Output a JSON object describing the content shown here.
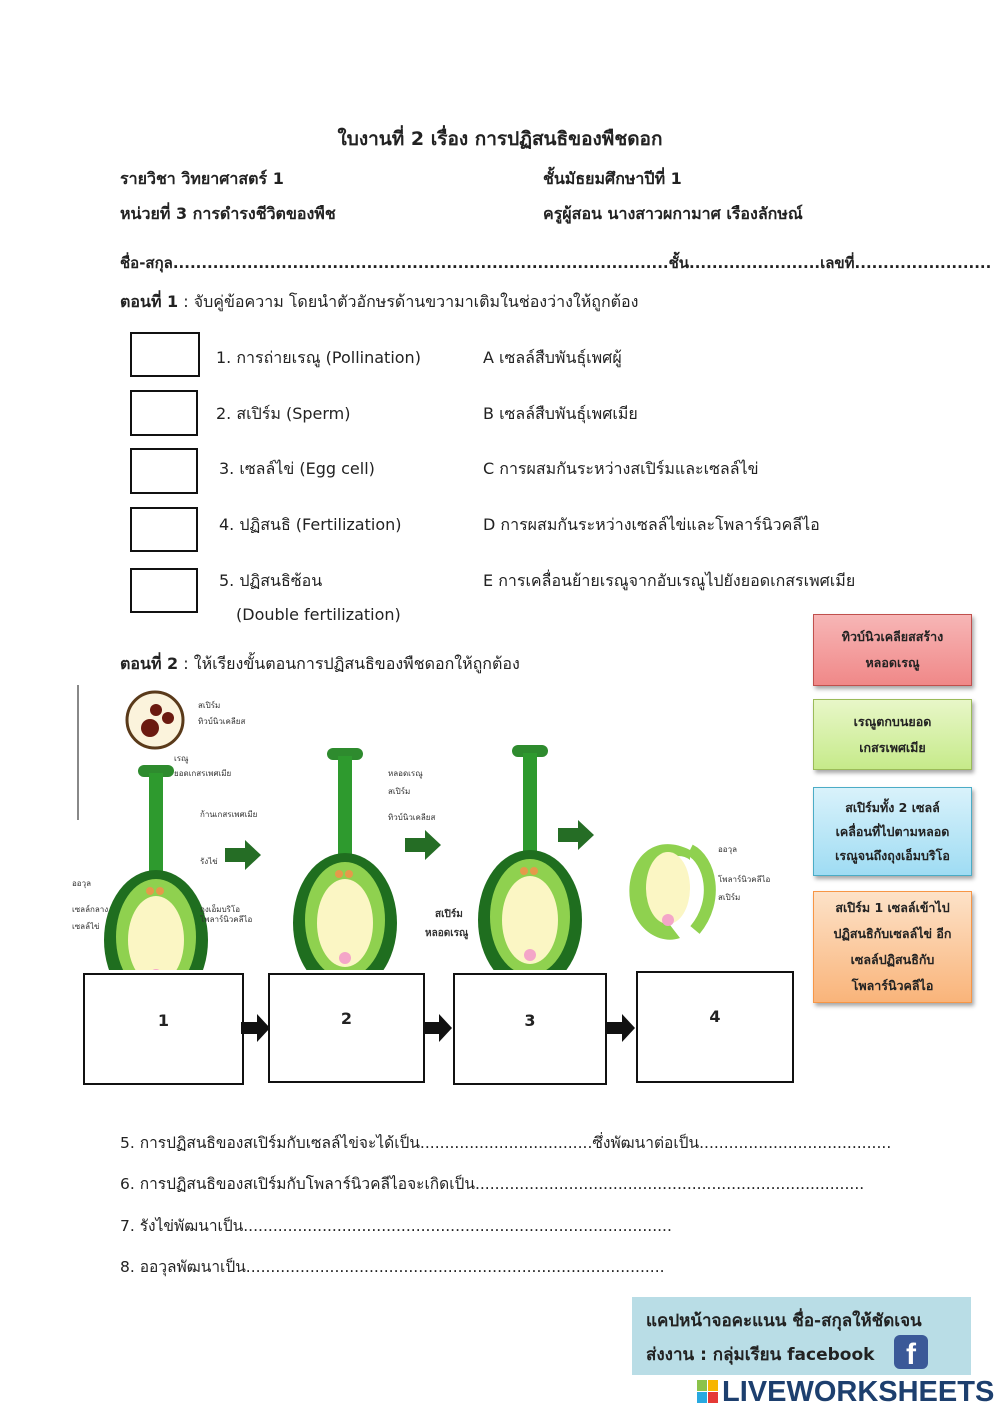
{
  "title": "ใบงานที่ 2 เรื่อง การปฏิสนธิของพืชดอก",
  "header": {
    "subject": "รายวิชา วิทยาศาสตร์ 1",
    "grade": "ชั้นมัธยมศึกษาปีที่ 1",
    "unit": "หน่วยที่ 3 การดำรงชีวิตของพืช",
    "teacher": "ครูผู้สอน นางสาวผกามาศ  เรืองลักษณ์",
    "name_line": "ชื่อ-สกุล.......................................................................................ชั้น.......................เลขที่........................"
  },
  "part1": {
    "label": "ตอนที่ 1",
    "instruction": " : จับคู่ข้อความ โดยนำตัวอักษรด้านขวามาเติมในช่องว่างให้ถูกต้อง",
    "items": [
      {
        "text": "1. การถ่ายเรณู (Pollination)",
        "answer": ""
      },
      {
        "text": "2. สเปิร์ม (Sperm)",
        "answer": ""
      },
      {
        "text": "3. เซลล์ไข่ (Egg cell)",
        "answer": ""
      },
      {
        "text": "4. ปฏิสนธิ (Fertilization)",
        "answer": ""
      },
      {
        "text": "5. ปฏิสนธิซ้อน",
        "text2": "(Double fertilization)",
        "answer": ""
      }
    ],
    "choices": [
      "A  เซลล์สืบพันธุ์เพศผู้",
      "B   เซลล์สืบพันธุ์เพศเมีย",
      "C   การผสมกันระหว่างสเปิร์มและเซลล์ไข่",
      "D  การผสมกันระหว่างเซลล์ไข่และโพลาร์นิวคลีไอ",
      "E  การเคลื่อนย้ายเรณูจากอับเรณูไปยังยอดเกสรเพศเมีย"
    ]
  },
  "part2": {
    "label": "ตอนที่ 2",
    "instruction": " : ให้เรียงขั้นตอนการปฏิสนธิของพืชดอกให้ถูกต้อง",
    "cards": [
      {
        "lines": [
          "ทิวบ์นิวเคลียสสร้าง",
          "หลอดเรณู"
        ],
        "color": "#f08888"
      },
      {
        "lines": [
          "เรณูตกบนยอด",
          "เกสรเพศเมีย"
        ],
        "color": "#c6ea8a"
      },
      {
        "lines": [
          "สเปิร์มทั้ง 2 เซลล์",
          "เคลื่อนที่ไปตามหลอด",
          "เรณูจนถึงถุงเอ็มบริโอ"
        ],
        "color": "#9fdcf3"
      },
      {
        "lines": [
          "สเปิร์ม 1 เซลล์เข้าไป",
          "ปฏิสนธิกับเซลล์ไข่ อีก",
          "เซลล์ปฏิสนธิกับ",
          "โพลาร์นิวคลีไอ"
        ],
        "color": "#f9b47a"
      }
    ],
    "steps": [
      "1",
      "2",
      "3",
      "4"
    ],
    "diagram_labels": {
      "d1": [
        "สเปิร์ม",
        "ทิวบ์นิวเคลียส",
        "เรณู",
        "ยอดเกสรเพศเมีย",
        "ก้านเกสรเพศเมีย",
        "รังไข่",
        "ออวุล",
        "เซลล์กลาง",
        "เซลล์ไข่",
        "ถุงเอ็มบริโอ",
        "โพลาร์นิวคลีไอ"
      ],
      "d2": [
        "หลอดเรณู",
        "สเปิร์ม",
        "ทิวบ์นิวเคลียส"
      ],
      "d3": [
        "สเปิร์ม",
        "หลอดเรณู"
      ],
      "d4": [
        "ออวุล",
        "โพลาร์นิวคลีไอ",
        "สเปิร์ม"
      ]
    }
  },
  "questions": [
    "5. การปฏิสนธิของสเปิร์มกับเซลล์ไข่จะได้เป็น...................................ซึ่งพัฒนาต่อเป็น.......................................",
    "6. การปฏิสนธิของสเปิร์มกับโพลาร์นิวคลีไอจะเกิดเป็น...............................................................................",
    "7. รังไข่พัฒนาเป็น.......................................................................................",
    "8. ออวุลพัฒนาเป็น....................................................................................."
  ],
  "footer": {
    "line1": "แคปหน้าจอคะแนน ชื่อ-สกุลให้ชัดเจน",
    "line2": "ส่งงาน : กลุ่มเรียน facebook",
    "icon": "facebook-icon",
    "brand": "LIVEWORKSHEETS"
  }
}
